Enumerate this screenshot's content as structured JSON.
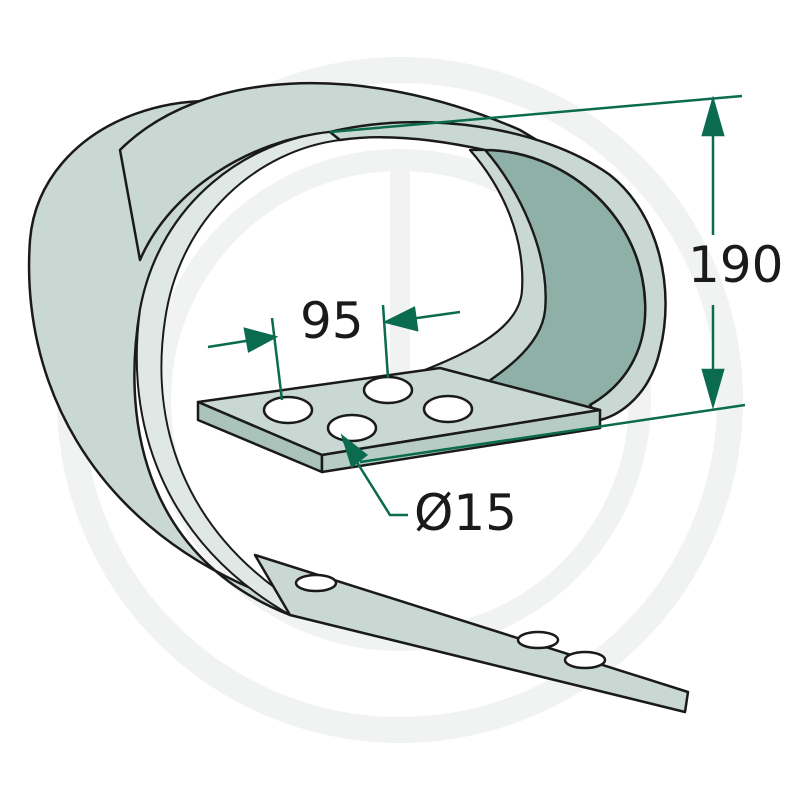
{
  "dimensions": {
    "spacing": "95",
    "height": "190",
    "hole_diameter": "Ø15"
  },
  "colors": {
    "steel": "#c9d8d2",
    "steel_dark": "#8fb0a6",
    "steel_edge": "#a9c2ba",
    "outline": "#1a1a1a",
    "dimension": "#0b6b4e",
    "watermark": "#f2f4f3"
  }
}
